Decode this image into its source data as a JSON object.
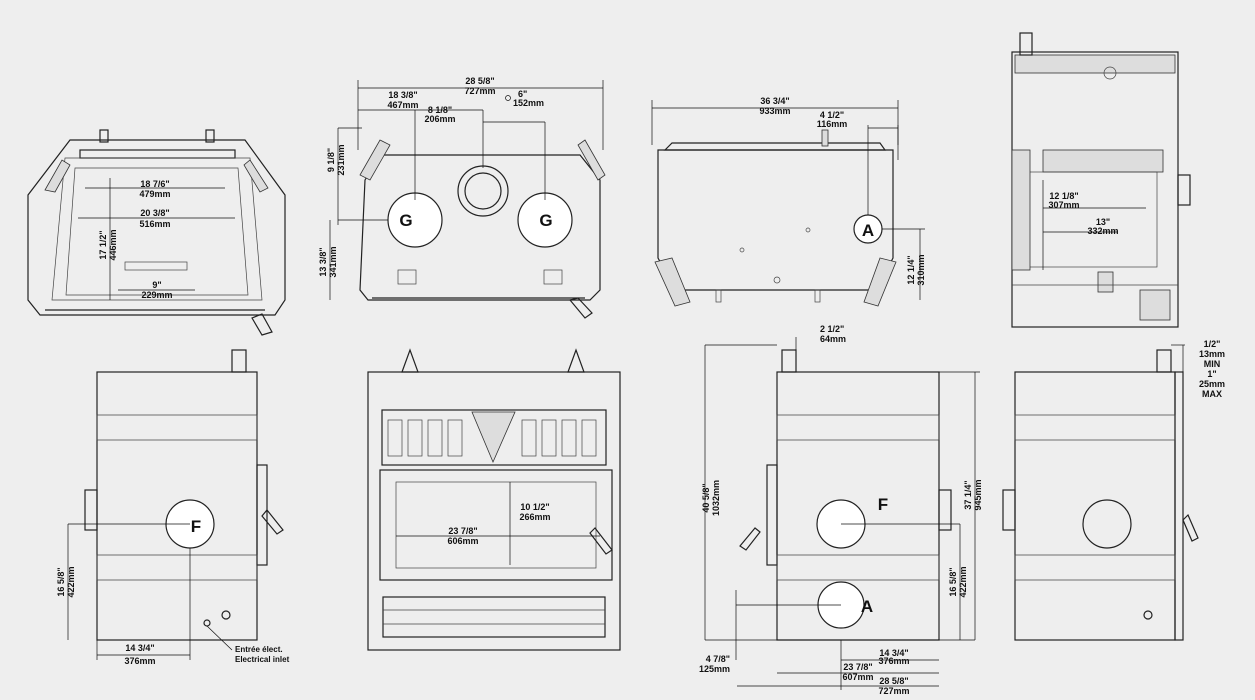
{
  "dims": {
    "fv_w1": "18 7/6\"",
    "fv_w1m": "479mm",
    "fv_w2": "20 3/8\"",
    "fv_w2m": "516mm",
    "fv_h": "17 1/2\"",
    "fv_hm": "446mm",
    "fv_b": "9\"",
    "fv_bm": "229mm",
    "tv_w": "28 5/8\"",
    "tv_wm": "727mm",
    "tv_a": "18 3/8\"",
    "tv_am": "467mm",
    "tv_b": "8 1/8\"",
    "tv_bm": "206mm",
    "tv_c": "6\"",
    "tv_cm": "152mm",
    "tv_d": "9 1/8\"",
    "tv_dm": "231mm",
    "tv_e": "13 3/8\"",
    "tv_em": "341mm",
    "bv_w": "36 3/4\"",
    "bv_wm": "933mm",
    "bv_a": "4 1/2\"",
    "bv_am": "116mm",
    "bv_h": "12 1/4\"",
    "bv_hm": "310mm",
    "sv_a": "12 1/8\"",
    "sv_am": "307mm",
    "sv_b": "13\"",
    "sv_bm": "332mm",
    "rl_h": "16 5/8\"",
    "rl_hm": "422mm",
    "rl_w": "14 3/4\"",
    "rl_wm": "376mm",
    "fr_h": "10 1/2\"",
    "fr_hm": "266mm",
    "fr_w": "23 7/8\"",
    "fr_wm": "606mm",
    "rr_t": "2 1/2\"",
    "rr_tm": "64mm",
    "rr_h": "40 5/8\"",
    "rr_hm": "1032mm",
    "rr_h2": "37 1/4\"",
    "rr_h2m": "945mm",
    "rr_h3": "16 5/8\"",
    "rr_h3m": "422mm",
    "rr_w1": "14 3/4\"",
    "rr_w1m": "376mm",
    "rr_w2": "23 7/8\"",
    "rr_w2m": "607mm",
    "rr_w3": "28 5/8\"",
    "rr_w3m": "727mm",
    "rr_b": "4 7/8\"",
    "rr_bm": "125mm",
    "sd_a": "1/2\"",
    "sd_am": "13mm",
    "sd_min": "MIN",
    "sd_b": "1\"",
    "sd_bm": "25mm",
    "sd_max": "MAX"
  },
  "labels": {
    "g": "G",
    "a": "A",
    "f": "F",
    "elec_fr": "Entrée élect.",
    "elec_en": "Electrical inlet"
  }
}
